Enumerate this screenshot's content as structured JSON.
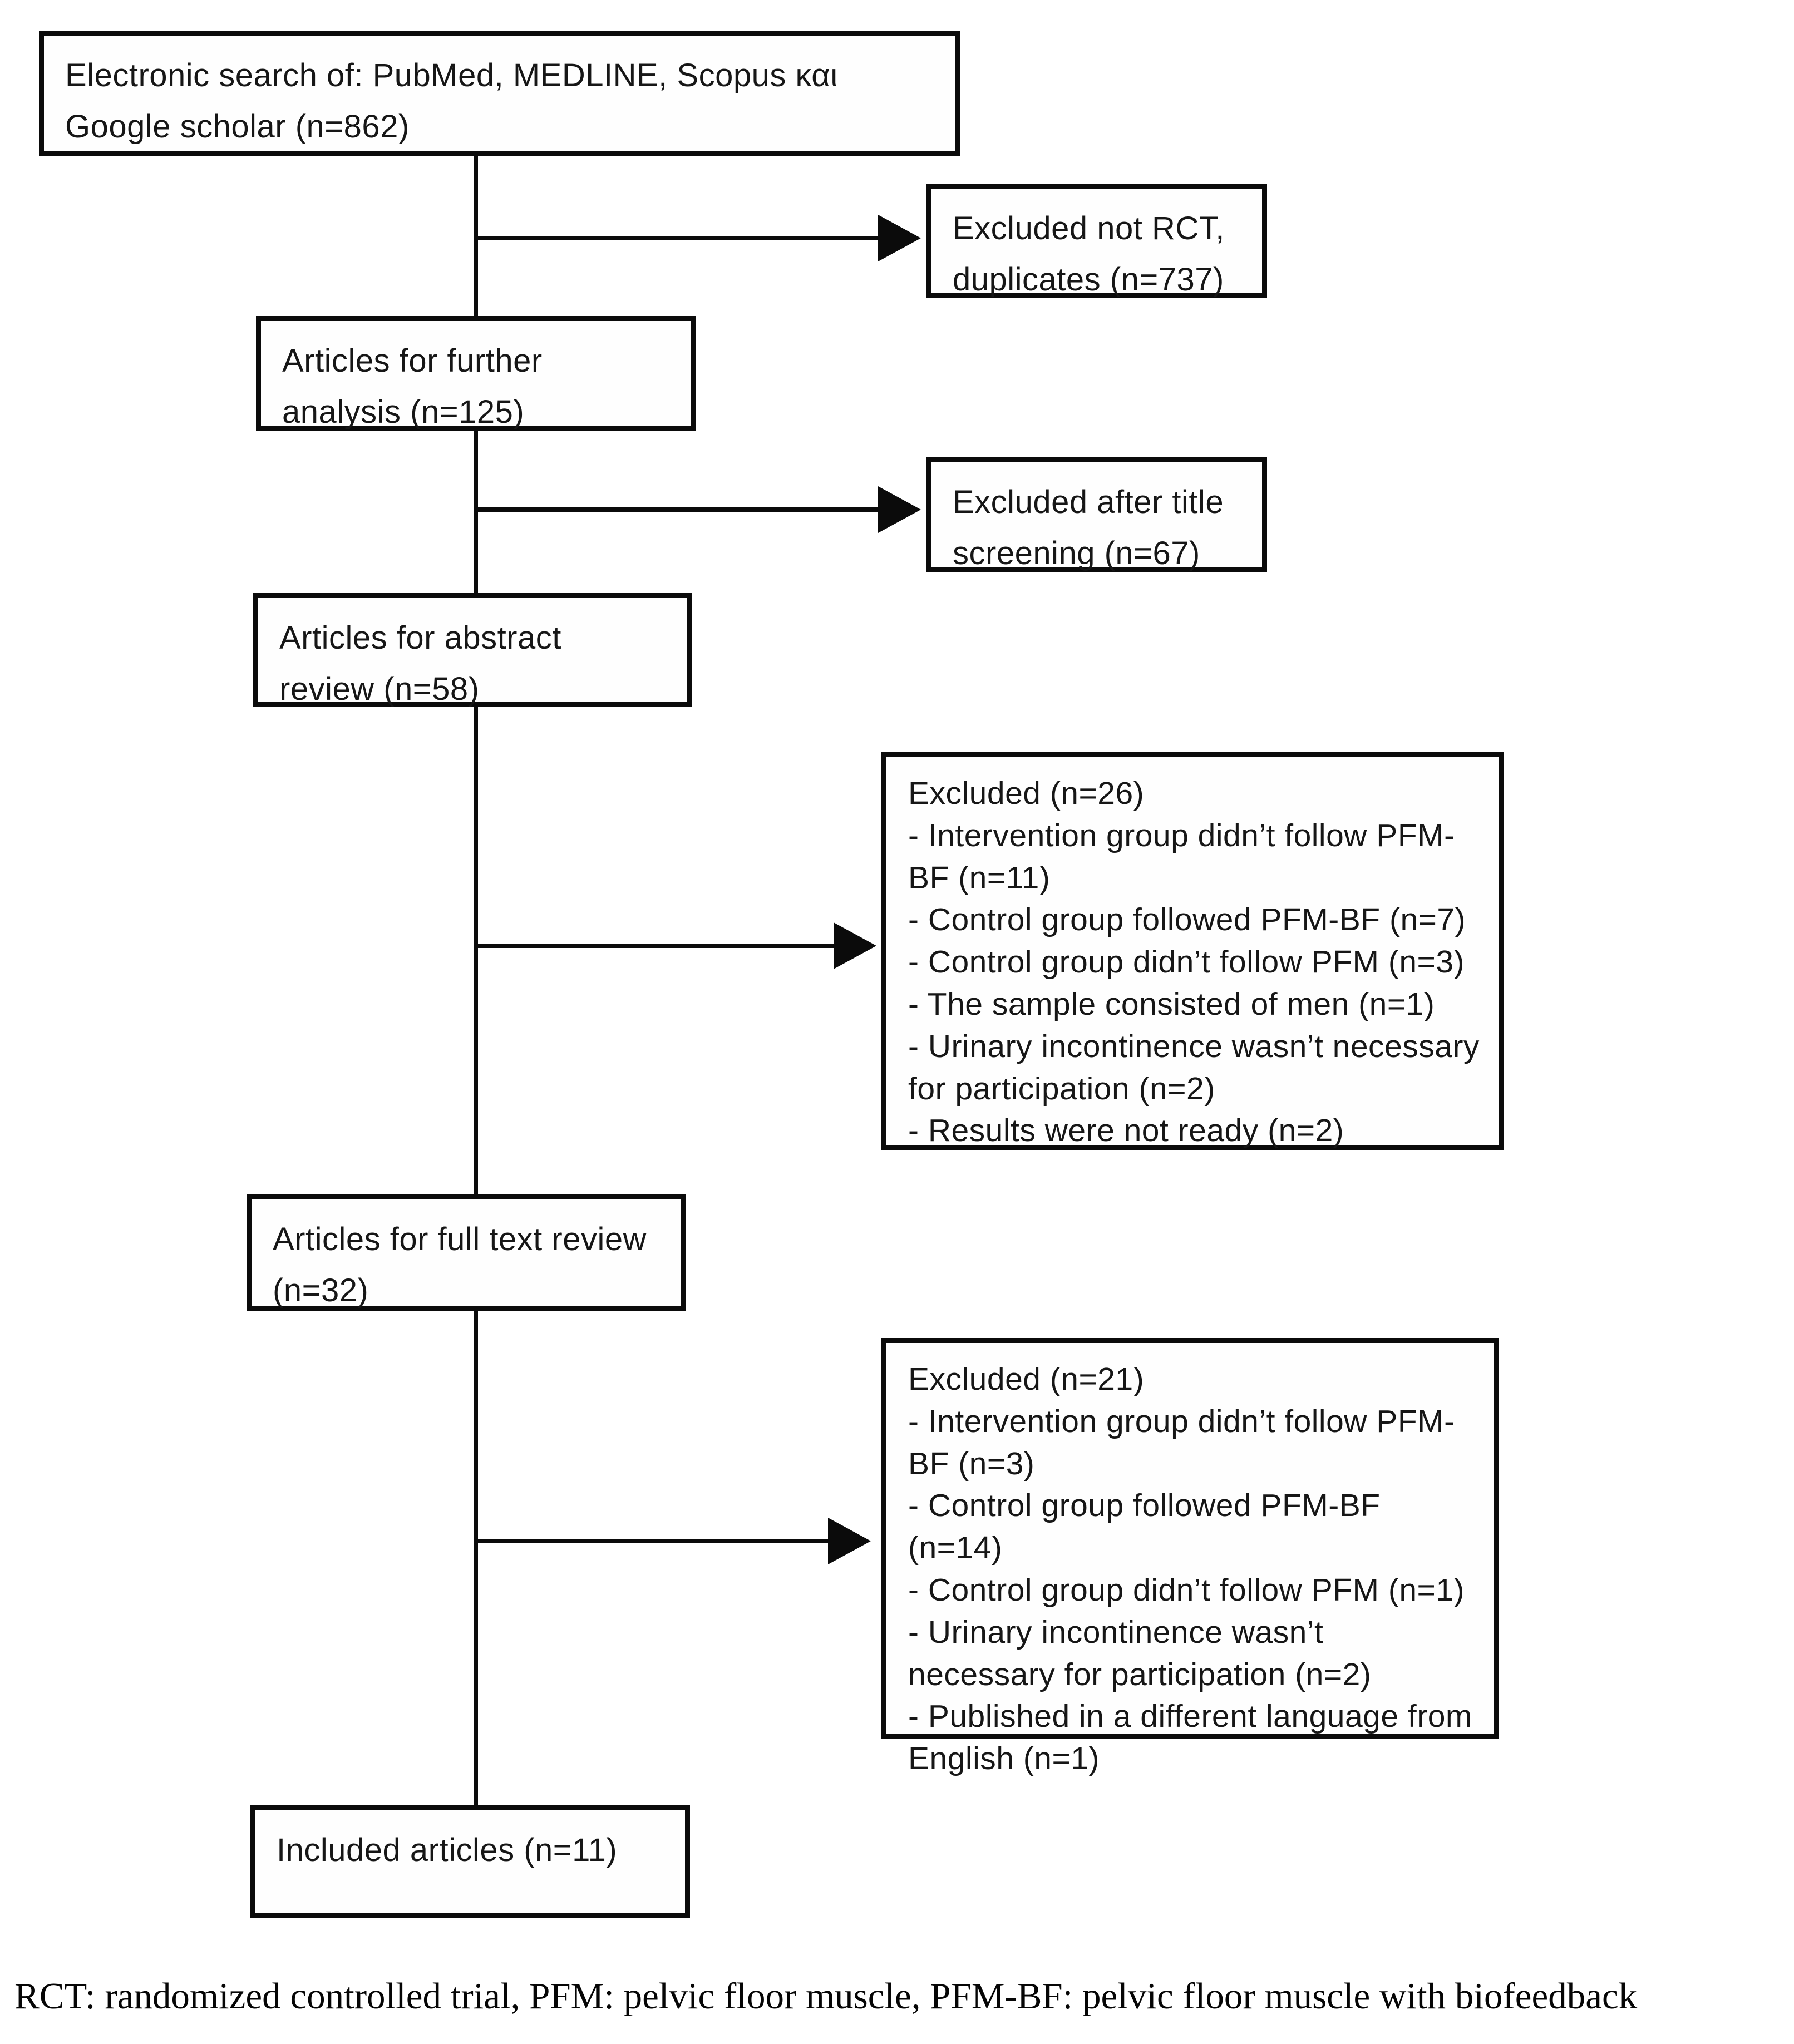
{
  "flowchart": {
    "boxes": {
      "search": {
        "text": "Electronic search of: PubMed, MEDLINE, Scopus και Google scholar (n=862)"
      },
      "excluded_not_rct": {
        "text": "Excluded not RCT, duplicates (n=737)"
      },
      "further_analysis": {
        "text": "Articles for further analysis (n=125)"
      },
      "excluded_title_screening": {
        "text": "Excluded after title screening (n=67)"
      },
      "abstract_review": {
        "text": "Articles for abstract review (n=58)"
      },
      "excluded_abstract": {
        "title": "Excluded (n=26)",
        "items": [
          "- Intervention group didn’t follow PFM-BF (n=11)",
          "- Control group followed PFM-BF (n=7)",
          "- Control group didn’t follow PFM (n=3)",
          "- The sample consisted of men (n=1)",
          "- Urinary incontinence wasn’t necessary for participation (n=2)",
          "- Results were not ready (n=2)"
        ]
      },
      "full_text_review": {
        "text": "Articles for full text review (n=32)"
      },
      "excluded_full_text": {
        "title": "Excluded (n=21)",
        "items": [
          "- Intervention group didn’t follow PFM-BF (n=3)",
          "- Control group followed PFM-BF (n=14)",
          "- Control group didn’t follow PFM (n=1)",
          "- Urinary incontinence wasn’t necessary for participation (n=2)",
          "- Published in a different language from English (n=1)"
        ]
      },
      "included": {
        "text": "Included articles (n=11)"
      }
    },
    "footer": "RCT: randomized controlled trial, PFM: pelvic floor muscle, PFM-BF: pelvic floor muscle with biofeedback",
    "colors": {
      "line": "#0b0b0b",
      "text": "#161616",
      "background": "#ffffff"
    }
  }
}
